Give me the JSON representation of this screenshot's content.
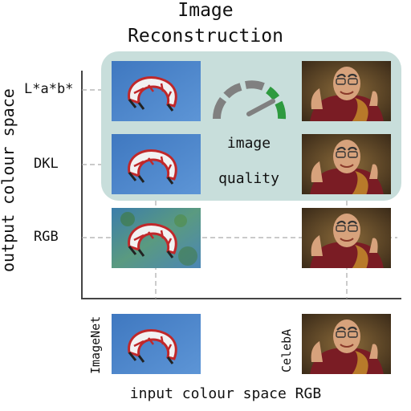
{
  "title": {
    "line1": "Image",
    "line2": "Reconstruction"
  },
  "y_axis_label": "output colour space",
  "x_axis_label": "input colour space RGB",
  "rows": [
    {
      "label": "L*a*b*"
    },
    {
      "label": "DKL"
    },
    {
      "label": "RGB"
    }
  ],
  "datasets": [
    {
      "label": "ImageNet",
      "subject": "kite"
    },
    {
      "label": "CelebA",
      "subject": "portrait"
    }
  ],
  "panel": {
    "label_line1": "image",
    "label_line2": "quality",
    "icon": "gauge-icon",
    "colors": {
      "background": "#c8dedb",
      "gauge_grey": "#808080",
      "gauge_green": "#2e9a3f"
    }
  }
}
